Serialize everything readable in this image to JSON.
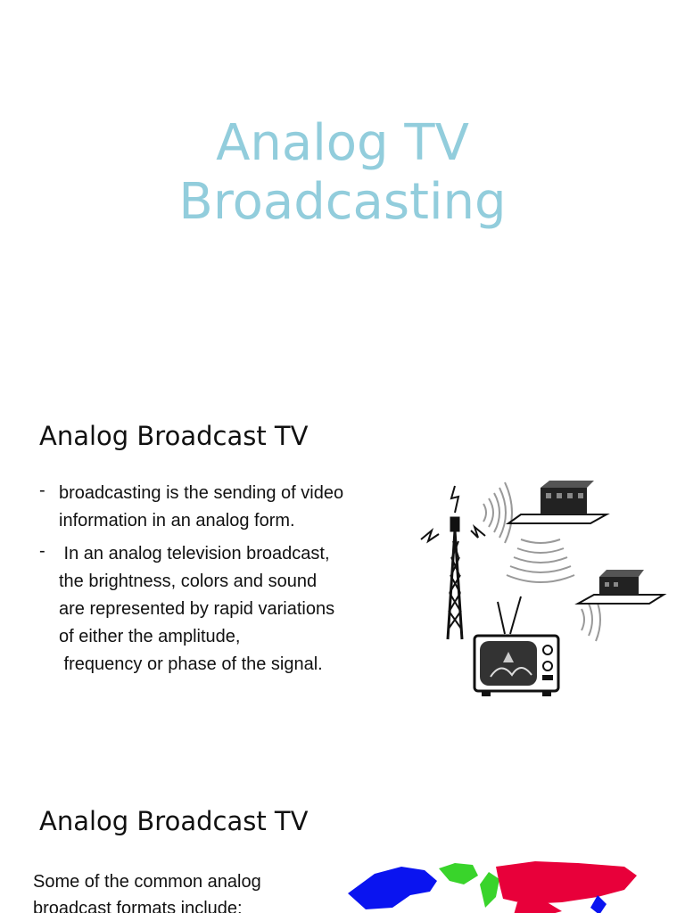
{
  "slide1": {
    "title_line1": "Analog TV",
    "title_line2": "Broadcasting",
    "title_color": "#92cddc"
  },
  "slide2": {
    "heading": "Analog Broadcast TV",
    "bullets": [
      {
        "dash": "-",
        "lines": [
          "broadcasting is the sending of video",
          "information in an analog form."
        ]
      },
      {
        "dash": "-",
        "lines": [
          " In an analog television broadcast,",
          "the brightness, colors and sound",
          "are represented by rapid variations",
          "of either the amplitude,",
          " frequency or phase of the signal."
        ]
      }
    ],
    "illustration": "tv-broadcast-illustration"
  },
  "slide3": {
    "heading": "Analog Broadcast TV",
    "intro_lines": [
      "Some of the common analog",
      "broadcast formats include:"
    ],
    "map": "world-broadcast-format-map",
    "map_colors": {
      "blue": "#0a14f0",
      "green": "#39d42b",
      "red": "#e8003a"
    }
  }
}
